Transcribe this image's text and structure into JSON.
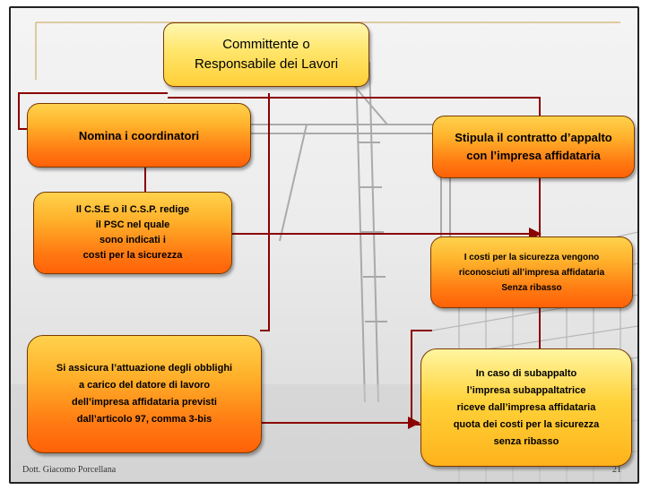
{
  "slide": {
    "boxes": {
      "committente": "Committente o\nResponsabile dei Lavori",
      "nomina": "Nomina i coordinatori",
      "stipula": "Stipula il contratto d’appalto\ncon l’impresa affidataria",
      "cse_csp": "Il C.S.E o il C.S.P. redige\nil PSC nel quale\nsono indicati i\ncosti per la sicurezza",
      "costi_riconosciuti": "I costi per la sicurezza vengono\nriconosciuti all’impresa affidataria\nSenza ribasso",
      "attuazione": "Si assicura l’attuazione degli obblighi\na carico del datore di lavoro\ndell’impresa affidataria previsti\ndall’articolo 97, comma 3-bis",
      "subappalto": "In caso di subappalto\nl’impresa subappaltatrice\nriceve dall’impresa affidataria\nquota dei costi per la sicurezza\nsenza ribasso"
    },
    "footer": {
      "author": "Dott. Giacomo Porcellana",
      "page_number": "21"
    }
  },
  "colors": {
    "connector": "#8b0000",
    "accent_line": "#c8a050",
    "box_orange_top": "#ffd24d",
    "box_orange_bottom": "#ff6108",
    "box_yellow": "#ffe56a"
  }
}
